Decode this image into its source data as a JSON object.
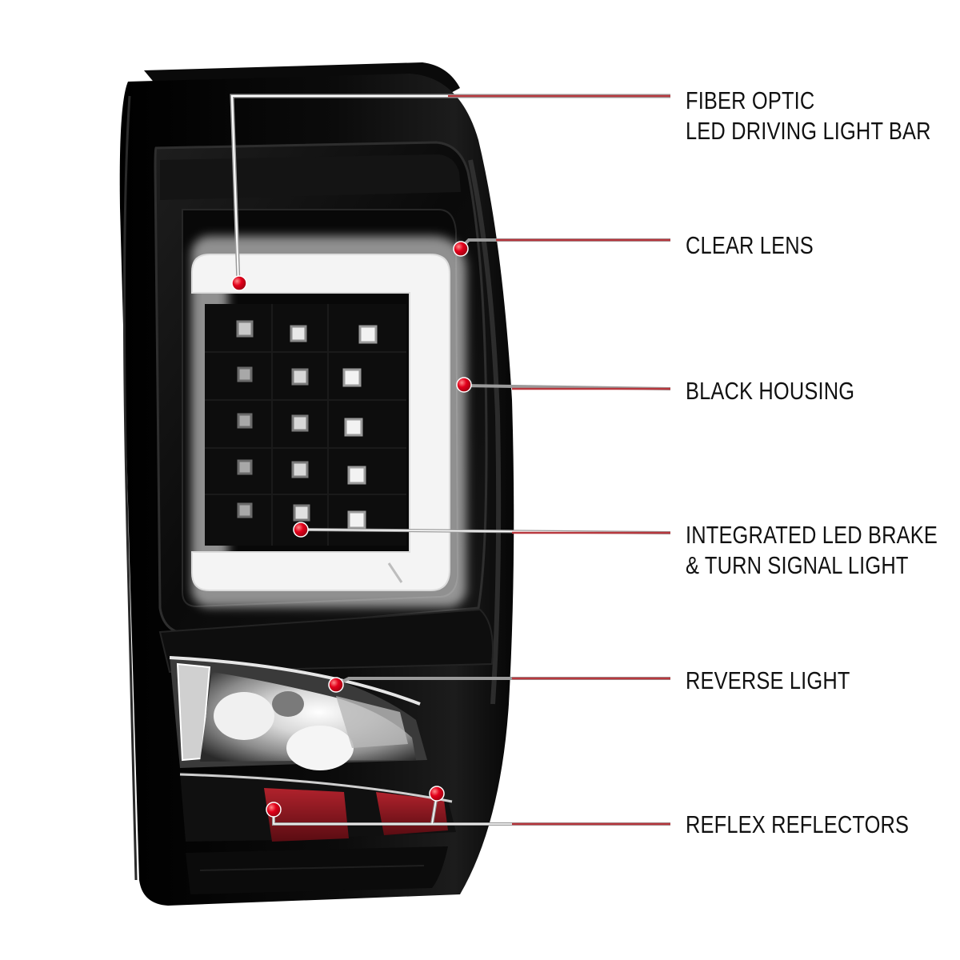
{
  "colors": {
    "callout_line": "#b8383e",
    "leader_line": "#9a9a9a",
    "marker": "#e3001b",
    "housing": "#050505",
    "light_bar": "#f4f4f4"
  },
  "callouts": [
    {
      "id": "fiber-optic-led-driving-light-bar",
      "lines": [
        "FIBER OPTIC",
        "LED DRIVING LIGHT BAR"
      ]
    },
    {
      "id": "clear-lens",
      "lines": [
        "CLEAR LENS"
      ]
    },
    {
      "id": "black-housing",
      "lines": [
        "BLACK HOUSING"
      ]
    },
    {
      "id": "integrated-led-brake-turn-signal-light",
      "lines": [
        "INTEGRATED LED BRAKE",
        "& TURN SIGNAL LIGHT"
      ]
    },
    {
      "id": "reverse-light",
      "lines": [
        "REVERSE LIGHT"
      ]
    },
    {
      "id": "reflex-reflectors",
      "lines": [
        "REFLEX REFLECTORS"
      ]
    }
  ]
}
